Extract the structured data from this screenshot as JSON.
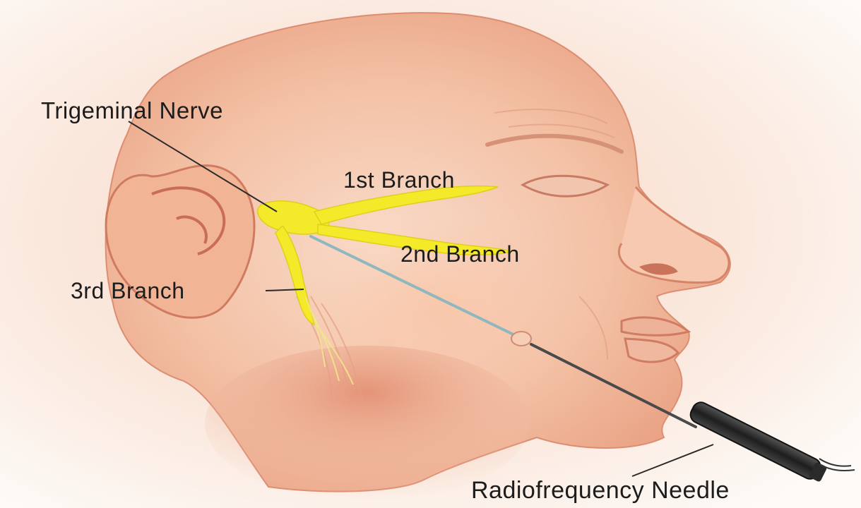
{
  "labels": {
    "trigeminal_nerve": "Trigeminal Nerve",
    "first_branch": "1st Branch",
    "second_branch": "2nd Branch",
    "third_branch": "3rd Branch",
    "radiofrequency_needle": "Radiofrequency Needle"
  },
  "colors": {
    "skin_light": "#f6d2bd",
    "skin_mid": "#f0b092",
    "skin_shadow": "#e18a6c",
    "nerve": "#f4ea2a",
    "needle_shaft": "#8fb7bd",
    "handle": "#2b2b2b",
    "leader_line": "#2a2a2a"
  }
}
